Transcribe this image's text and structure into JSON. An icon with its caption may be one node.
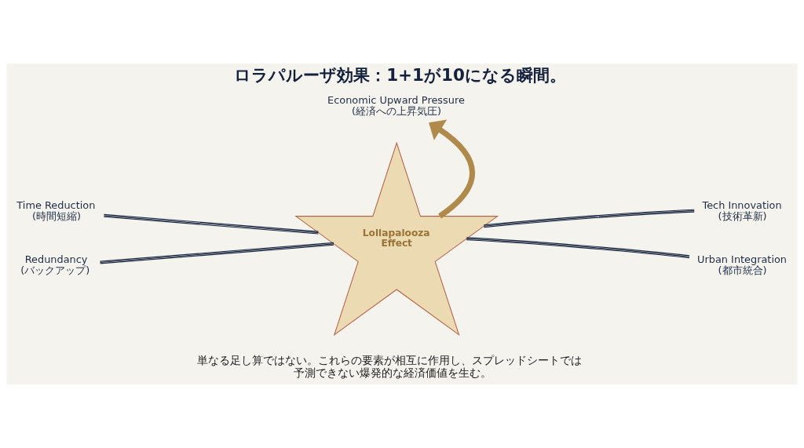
{
  "diagram": {
    "title": "ロラパルーザ効果：1+1が10になる瞬間。",
    "caption": "単なる足し算ではない。これらの要素が相互に作用し、スプレッドシートでは予測できない爆発的な経済価値を生む。",
    "nodes": [
      {
        "text": [
          "Economic Upward Pressure",
          "(経済への上昇気圧)"
        ]
      },
      {
        "text": [
          "Time Reduction",
          "(時間短縮)"
        ]
      },
      {
        "text": [
          "Tech Innovation",
          "(技術革新)"
        ]
      },
      {
        "text": [
          "Lollapalooza Effect"
        ]
      },
      {
        "text": [
          "Redundancy",
          "(バックアップ)"
        ]
      },
      {
        "text": [
          "Urban Integration",
          "(都市統合)"
        ]
      }
    ],
    "edges": [
      {
        "from": 1,
        "to": 3,
        "arrow": "none"
      },
      {
        "from": 2,
        "to": 3,
        "arrow": "none"
      },
      {
        "from": 4,
        "to": 3,
        "arrow": "none"
      },
      {
        "from": 5,
        "to": 3,
        "arrow": "none"
      },
      {
        "from": 3,
        "to": 0,
        "arrow": "to",
        "style": "thick",
        "color": "#b08a4a"
      }
    ]
  }
}
